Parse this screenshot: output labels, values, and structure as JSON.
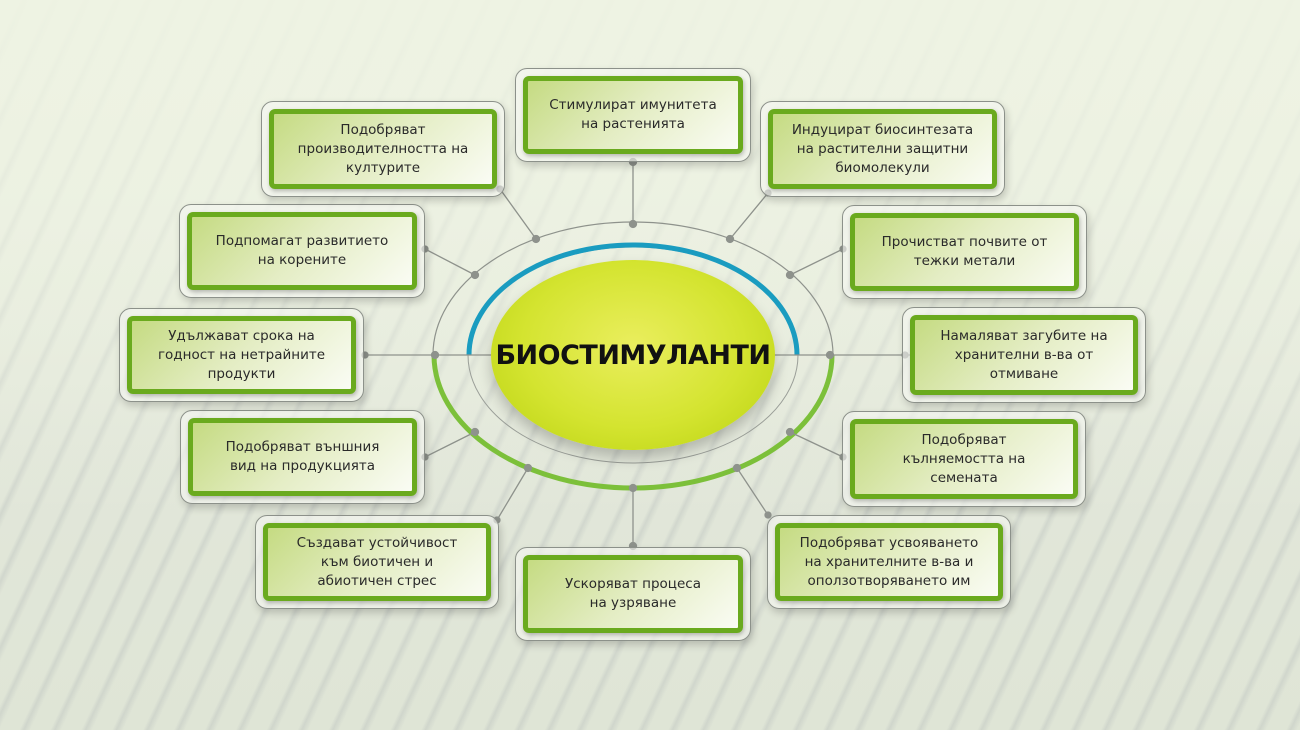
{
  "diagram": {
    "center": {
      "title": "БИОСТИМУЛАНТИ",
      "fill_color": "#d4e430",
      "top_arc_color": "#1a9cc0",
      "bottom_arc_color": "#7cc03a"
    },
    "node_border_color": "#6aaa1e",
    "nodes": [
      {
        "id": "top",
        "label": "Стимулират имунитета\nна растенията"
      },
      {
        "id": "top-right",
        "label": "Индуцират биосинтезата\nна растителни защитни\nбиомолекули"
      },
      {
        "id": "right-upper",
        "label": "Прочистват почвите от\nтежки метали"
      },
      {
        "id": "right",
        "label": "Намаляват загубите на\nхранителни в-ва от\nотмиване"
      },
      {
        "id": "right-lower",
        "label": "Подобряват\nкълняемостта на\nсемената"
      },
      {
        "id": "bottom-right",
        "label": "Подобряват усвояването\nна хранителните в-ва и\nоползотворяването им"
      },
      {
        "id": "bottom",
        "label": "Ускоряват процеса\nна узряване"
      },
      {
        "id": "bottom-left",
        "label": "Създават устойчивост\nкъм биотичен и\nабиотичен стрес"
      },
      {
        "id": "left-lower",
        "label": "Подобряват външния\nвид на продукцията"
      },
      {
        "id": "left",
        "label": "Удължават срока на\nгодност на нетрайните\nпродукти"
      },
      {
        "id": "left-upper",
        "label": "Подпомагат развитието\nна корените"
      },
      {
        "id": "top-left",
        "label": "Подобряват\nпроизводителността на\nкултурите"
      }
    ]
  }
}
